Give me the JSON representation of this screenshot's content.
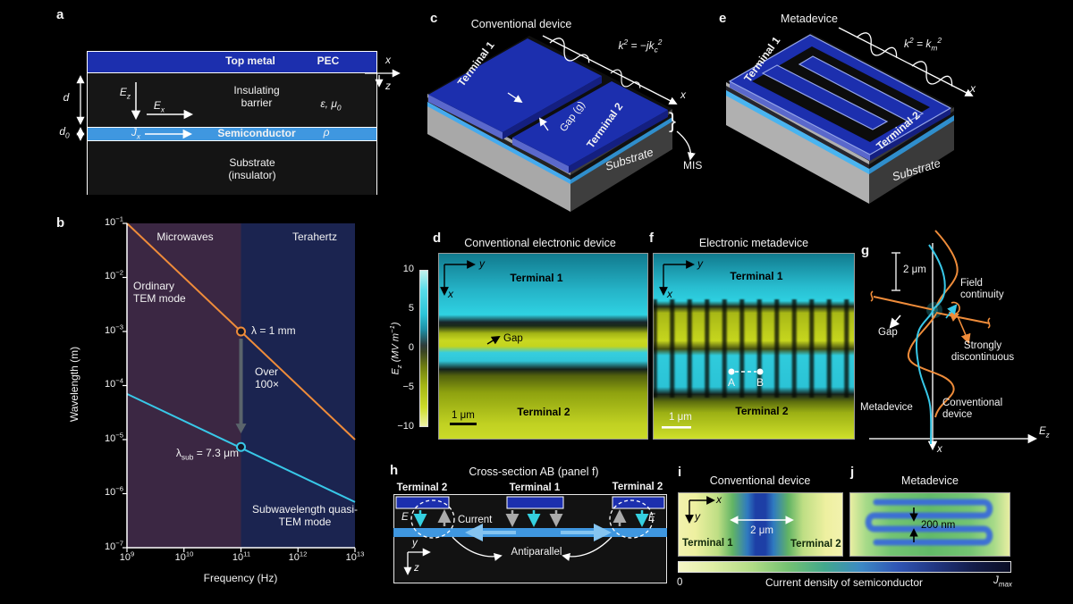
{
  "colors": {
    "terminal-blue": "#1c2fae",
    "semi-blue": "#3f97e0",
    "orange": "#ef8c3a",
    "cyan": "#38c8e8",
    "gray-arrow": "#5a646b",
    "meander-blue": "#3a6cd8"
  },
  "panel_a": {
    "label": "a",
    "top_metal": "Top metal",
    "pec": "PEC",
    "barrier": "Insulating barrier",
    "eps": "ε, μ_{0}",
    "semiconductor": "Semiconductor",
    "rho": "ρ",
    "substrate": "Substrate (insulator)",
    "e_z": "E_{z}",
    "e_x": "E_{x}",
    "j_x": "J_{x}",
    "d": "d",
    "d0": "d_{0}",
    "axis_x": "x",
    "axis_z": "z"
  },
  "panel_b": {
    "label": "b",
    "chart_data": {
      "type": "line",
      "xlabel": "Frequency (Hz)",
      "ylabel": "Wavelength (m)",
      "xscale": "log",
      "yscale": "log",
      "xlim": [
        1000000000.0,
        10000000000000.0
      ],
      "ylim": [
        1e-07,
        0.1
      ],
      "x_ticks": [
        "10^{9}",
        "10^{10}",
        "10^{11}",
        "10^{12}",
        "10^{13}"
      ],
      "y_ticks": [
        "10^{−1}",
        "10^{−2}",
        "10^{−3}",
        "10^{−4}",
        "10^{−5}",
        "10^{−6}",
        "10^{−7}"
      ],
      "regions": [
        {
          "label": "Microwaves",
          "x": [
            1000000000.0,
            100000000000.0
          ],
          "color": "#3b2743"
        },
        {
          "label": "Terahertz",
          "x": [
            100000000000.0,
            10000000000000.0
          ],
          "color": "#1b2450"
        }
      ],
      "series": [
        {
          "name": "Ordinary TEM mode",
          "color": "#ef8c3a",
          "x": [
            1000000000.0,
            10000000000000.0
          ],
          "y": [
            0.1,
            1e-05
          ],
          "marker_at": [
            100000000000.0,
            0.001
          ],
          "marker_label": "λ = 1 mm"
        },
        {
          "name": "Subwavelength quasi-TEM mode",
          "color": "#38c8e8",
          "x": [
            1000000000.0,
            10000000000000.0
          ],
          "y": [
            7e-05,
            7e-07
          ],
          "marker_at": [
            100000000000.0,
            7.3e-06
          ],
          "marker_label": "λ_{sub} = 7.3 μm"
        }
      ],
      "arrow": {
        "label": "Over 100×",
        "x": 100000000000.0,
        "y_from": 0.001,
        "y_to": 1.3e-05,
        "color": "#5a646b"
      },
      "grid": false,
      "legend": "inline annotations"
    }
  },
  "panel_c": {
    "label": "c",
    "title": "Conventional device",
    "equation": "k^{2} = −jk_{c}^{2}",
    "terminal1": "Terminal 1",
    "terminal2": "Terminal 2",
    "gap": "Gap (g)",
    "substrate": "Substrate",
    "mis": "MIS",
    "bracket": "}",
    "axis_x": "x"
  },
  "panel_d": {
    "label": "d",
    "title": "Conventional electronic device",
    "colorbar": {
      "label": "E_{z} (MV m^{−1})",
      "ticks": [
        "10",
        "5",
        "0",
        "−5",
        "−10"
      ]
    },
    "axis_x": "x",
    "axis_y": "y",
    "terminal1": "Terminal 1",
    "gap": "Gap",
    "terminal2": "Terminal 2",
    "scalebar": "1 μm"
  },
  "panel_e": {
    "label": "e",
    "title": "Metadevice",
    "equation": "k^{2} = k_{m}^{2}",
    "terminal1": "Terminal 1",
    "terminal2": "Terminal 2",
    "substrate": "Substrate",
    "axis_x": "x"
  },
  "panel_f": {
    "label": "f",
    "title": "Electronic metadevice",
    "axis_x": "x",
    "axis_y": "y",
    "terminal1": "Terminal 1",
    "terminal2": "Terminal 2",
    "point_a": "A",
    "point_b": "B",
    "scalebar": "1 μm"
  },
  "panel_g": {
    "label": "g",
    "scalebar": "2 μm",
    "field_continuity": "Field continuity",
    "gap": "Gap",
    "strongly": "Strongly discontinuous",
    "metadevice": "Metadevice",
    "conventional": "Conventional device",
    "axis_ez": "E_{z}",
    "axis_x": "x"
  },
  "panel_h": {
    "label": "h",
    "title": "Cross-section AB (panel f)",
    "terminal2_left": "Terminal 2",
    "terminal1": "Terminal 1",
    "terminal2_right": "Terminal 2",
    "e_left": "E",
    "e_right": "E",
    "current": "Current",
    "antiparallel": "Antiparallel",
    "axis_y": "y",
    "axis_z": "z"
  },
  "panel_i": {
    "label": "i",
    "title": "Conventional device",
    "axis_x": "x",
    "axis_y": "y",
    "scale": "2 μm",
    "terminal1": "Terminal 1",
    "terminal2": "Terminal 2"
  },
  "panel_j": {
    "label": "j",
    "title": "Metadevice",
    "width_label": "200 nm"
  },
  "colorbar_ij": {
    "min": "0",
    "label": "Current density of semiconductor",
    "max": "J_{max}"
  }
}
